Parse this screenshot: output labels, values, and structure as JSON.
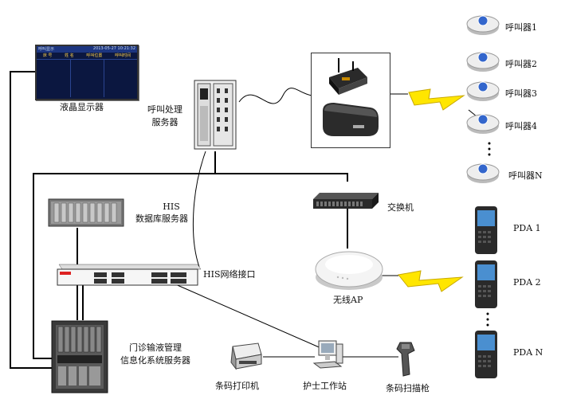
{
  "labels": {
    "lcd_display": "液晶显示器",
    "call_server_line1": "呼叫处理",
    "call_server_line2": "服务器",
    "his_db_line1": "HIS",
    "his_db_line2": "数据库服务器",
    "his_interface": "HIS网络接口",
    "clinic_server_line1": "门诊输液管理",
    "clinic_server_line2": "信息化系统服务器",
    "switch": "交换机",
    "wireless_ap": "无线AP",
    "barcode_printer": "条码打印机",
    "nurse_station": "护士工作站",
    "barcode_scanner": "条码扫描枪"
  },
  "callers": [
    "呼叫器1",
    "呼叫器2",
    "呼叫器3",
    "呼叫器4",
    "呼叫器N"
  ],
  "pdas": [
    "PDA 1",
    "PDA 2",
    "PDA N"
  ],
  "lcd_screen_text": {
    "top_left": "呼叫显示",
    "top_right": "2013-05-27 10:21:32",
    "columns": [
      "床 号",
      "姓 名",
      "呼叫位置",
      "呼叫时间"
    ]
  },
  "colors": {
    "lightning": "#ffe600",
    "lcd_bg": "#0b1740",
    "lcd_header": "#1c3580",
    "line": "#000000"
  }
}
